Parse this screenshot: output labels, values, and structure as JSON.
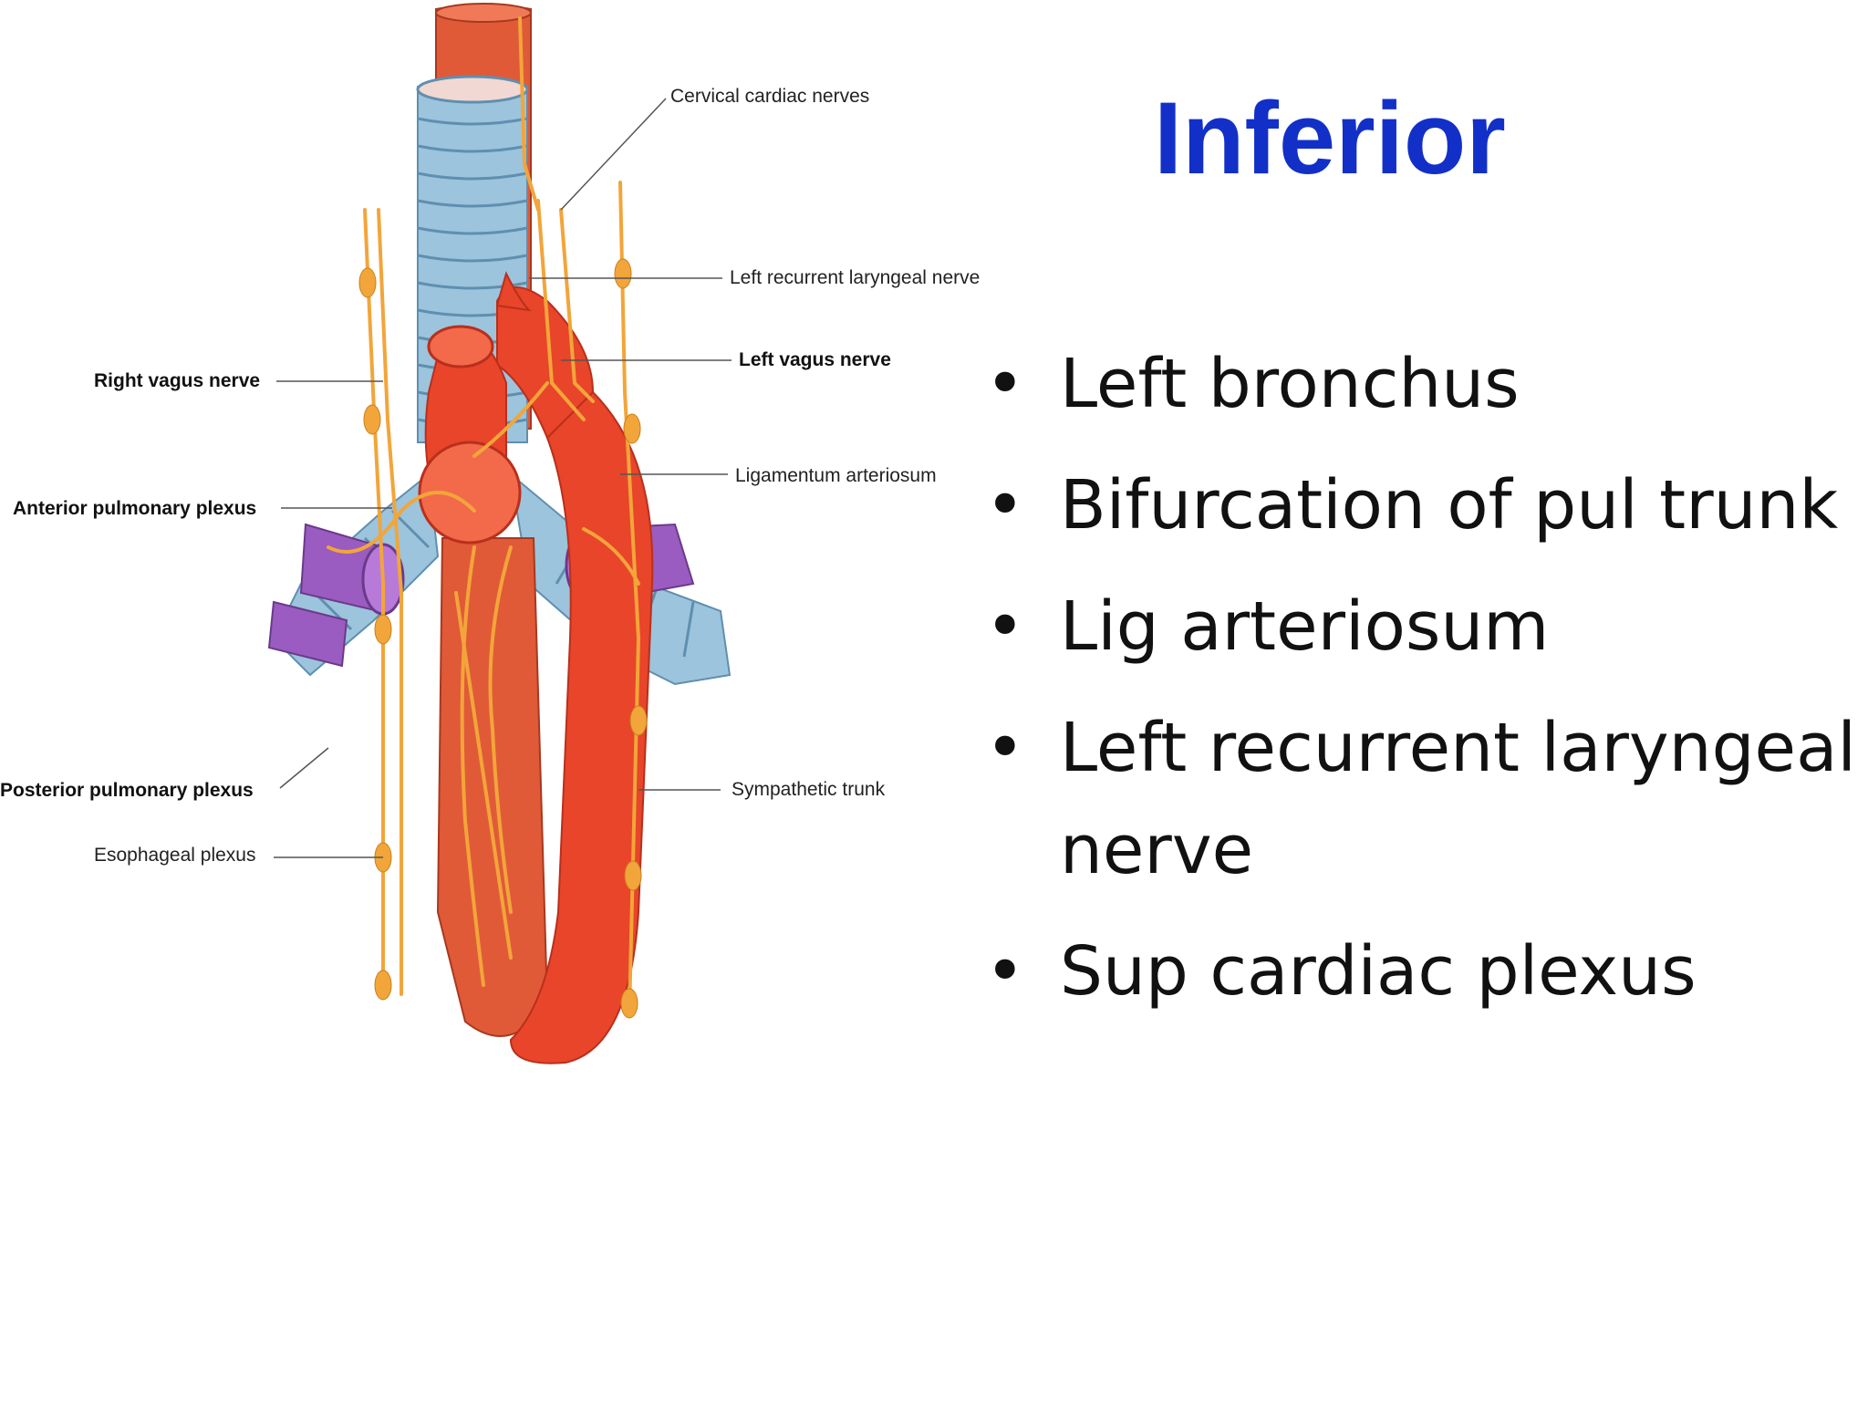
{
  "slide": {
    "title": "Inferior",
    "bullets": [
      "Left bronchus",
      "Bifurcation of pul trunk",
      "Lig arteriosum",
      "Left recurrent laryngeal nerve",
      "Sup cardiac plexus"
    ],
    "bullet_glyph": "•"
  },
  "figure": {
    "labels": {
      "cervical_cardiac_nerves": "Cervical cardiac nerves",
      "left_recurrent_laryngeal_nerve": "Left recurrent laryngeal nerve",
      "left_vagus_nerve": "Left vagus nerve",
      "right_vagus_nerve": "Right vagus nerve",
      "ligamentum_arteriosum": "Ligamentum arteriosum",
      "anterior_pulmonary_plexus": "Anterior pulmonary plexus",
      "posterior_pulmonary_plexus": "Posterior pulmonary plexus",
      "sympathetic_trunk": "Sympathetic trunk",
      "esophageal_plexus": "Esophageal plexus"
    }
  },
  "colors": {
    "title": "#1230c8",
    "artery": "#e8452a",
    "artery_dark": "#b8301c",
    "muscle": "#e05a38",
    "trachea": "#9cc4dc",
    "trachea_dark": "#5f8fb0",
    "vein": "#9a5cc0",
    "nerve": "#f2a53a"
  }
}
